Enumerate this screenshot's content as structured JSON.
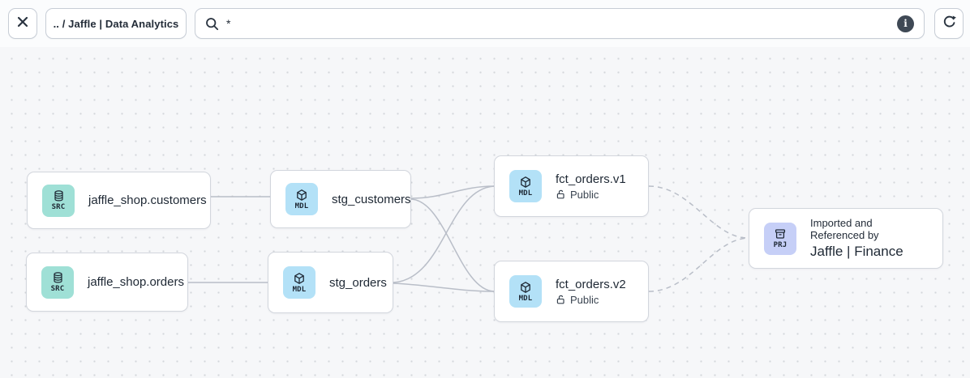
{
  "toolbar": {
    "close_label": "close",
    "breadcrumb": ".. / Jaffle | Data Analytics",
    "search": {
      "value": "*",
      "placeholder": ""
    },
    "info_glyph": "i"
  },
  "graph": {
    "nodes": [
      {
        "id": "src-customers",
        "badge": "SRC",
        "icon": "database-icon",
        "label": "jaffle_shop.customers"
      },
      {
        "id": "src-orders",
        "badge": "SRC",
        "icon": "database-icon",
        "label": "jaffle_shop.orders"
      },
      {
        "id": "stg-customers",
        "badge": "MDL",
        "icon": "package-icon",
        "label": "stg_customers"
      },
      {
        "id": "stg-orders",
        "badge": "MDL",
        "icon": "package-icon",
        "label": "stg_orders"
      },
      {
        "id": "fct-orders-v1",
        "badge": "MDL",
        "icon": "package-icon",
        "label": "fct_orders.v1",
        "access": "Public"
      },
      {
        "id": "fct-orders-v2",
        "badge": "MDL",
        "icon": "package-icon",
        "label": "fct_orders.v2",
        "access": "Public"
      },
      {
        "id": "project-finance",
        "badge": "PRJ",
        "icon": "archive-icon",
        "subtitle": "Imported and Referenced by",
        "label": "Jaffle | Finance"
      }
    ],
    "edges": [
      {
        "from": "jaffle_shop.customers",
        "to": "stg_customers",
        "style": "solid"
      },
      {
        "from": "jaffle_shop.orders",
        "to": "stg_orders",
        "style": "solid"
      },
      {
        "from": "stg_customers",
        "to": "fct_orders.v1",
        "style": "solid"
      },
      {
        "from": "stg_customers",
        "to": "fct_orders.v2",
        "style": "solid"
      },
      {
        "from": "stg_orders",
        "to": "fct_orders.v1",
        "style": "solid"
      },
      {
        "from": "stg_orders",
        "to": "fct_orders.v2",
        "style": "solid"
      },
      {
        "from": "fct_orders.v1",
        "to": "Jaffle | Finance",
        "style": "dashed"
      },
      {
        "from": "fct_orders.v2",
        "to": "Jaffle | Finance",
        "style": "dashed"
      }
    ],
    "colors": {
      "src_badge": "#9fe0d6",
      "mdl_badge": "#b3e1f7",
      "prj_badge": "#c6cff7",
      "edge": "#b9bec8",
      "node_border": "#d2d6dd",
      "canvas_bg": "#f6f7f9",
      "text": "#1e2834"
    }
  }
}
